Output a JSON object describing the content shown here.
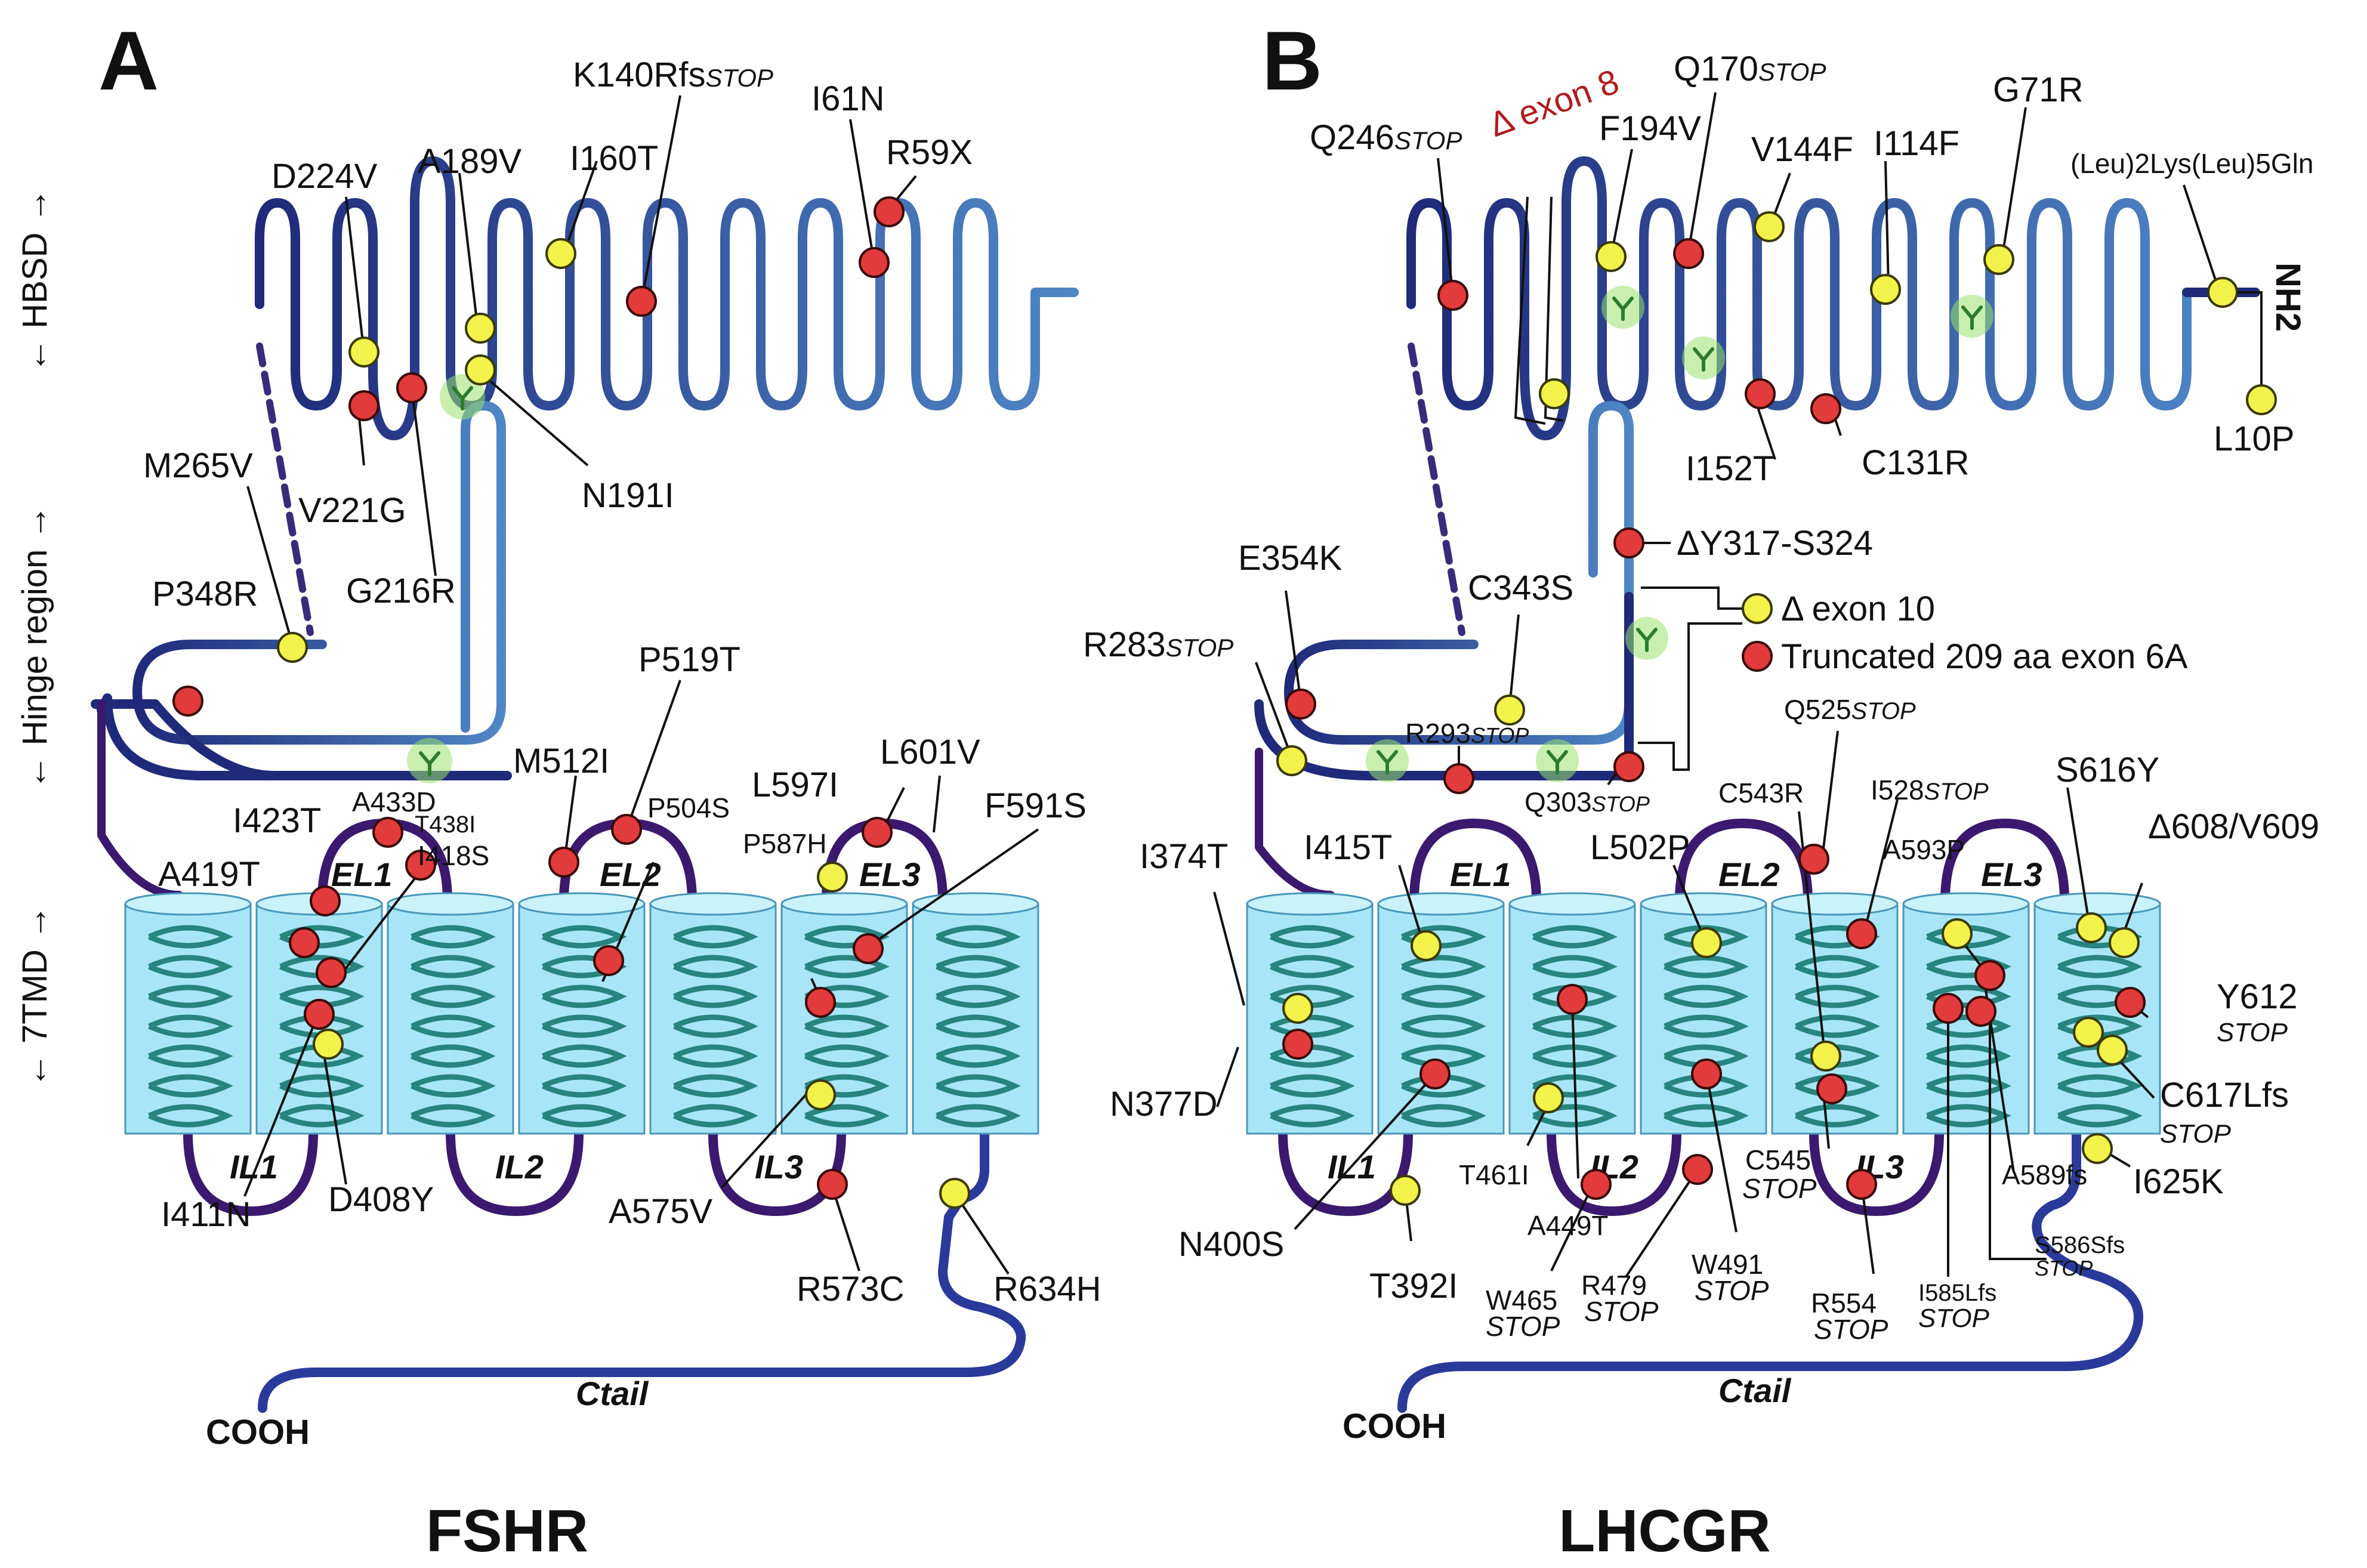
{
  "panels": {
    "a": {
      "letter": "A",
      "title": "FSHR"
    },
    "b": {
      "letter": "B",
      "title": "LHCGR"
    }
  },
  "side_labels": {
    "hbsd": "← HBSD →",
    "hinge": "← Hinge region →",
    "tmd": "← 7TMD →"
  },
  "structure_labels": {
    "el1": "EL1",
    "el2": "EL2",
    "el3": "EL3",
    "il1": "IL1",
    "il2": "IL2",
    "il3": "IL3",
    "ctail": "Ctail",
    "cooh": "COOH",
    "nh2": "NH2"
  },
  "legend": {
    "delta_exon10": "Δ exon 10",
    "truncated": "Truncated 209 aa exon 6A",
    "delta_exon8": "Δ exon 8"
  },
  "mutations": {
    "fshr": {
      "d224v": "D224V",
      "a189v": "A189V",
      "i160t": "I160T",
      "k140r_main": "K140Rfs",
      "k140r_stop": "STOP",
      "i61n": "I61N",
      "r59x": "R59X",
      "m265v": "M265V",
      "v221g": "V221G",
      "g216r": "G216R",
      "n191i": "N191I",
      "p348r": "P348R",
      "p519t": "P519T",
      "m512i": "M512I",
      "a433d": "A433D",
      "t438i": "T438I",
      "i418s": "I418S",
      "i423t": "I423T",
      "a419t": "A419T",
      "p504s": "P504S",
      "l597i": "L597I",
      "l601v": "L601V",
      "f591s": "F591S",
      "p587h": "P587H",
      "d408y": "D408Y",
      "i411n": "I411N",
      "a575v": "A575V",
      "r573c": "R573C",
      "r634h": "R634H"
    },
    "lhcgr": {
      "q246_main": "Q246",
      "q246_stop": "STOP",
      "f194v": "F194V",
      "q170_main": "Q170",
      "q170_stop": "STOP",
      "v144f": "V144F",
      "i114f": "I114F",
      "g71r": "G71R",
      "leu_ins": "(Leu)2Lys(Leu)5Gln",
      "l10p": "L10P",
      "i152t": "I152T",
      "c131r": "C131R",
      "dy317": "ΔY317-S324",
      "e354k": "E354K",
      "c343s": "C343S",
      "r283_main": "R283",
      "r283_stop": "STOP",
      "r293_main": "R293",
      "r293_stop": "STOP",
      "q303_main": "Q303",
      "q303_stop": "STOP",
      "q525_main": "Q525",
      "q525_stop": "STOP",
      "c543r": "C543R",
      "i528_main": "I528",
      "i528_stop": "STOP",
      "s616y": "S616Y",
      "d608": "Δ608/V609",
      "i374t": "I374T",
      "i415t": "I415T",
      "l502p": "L502P",
      "a593p": "A593P",
      "y612_main": "Y612",
      "y612_stop": "STOP",
      "c617_main": "C617Lfs",
      "c617_stop": "STOP",
      "i625k": "I625K",
      "n377d": "N377D",
      "t461i": "T461I",
      "c545_main": "C545",
      "c545_stop": "STOP",
      "a589fs": "A589fs",
      "n400s": "N400S",
      "a449t": "A449T",
      "w465_main": "W465",
      "w465_stop": "STOP",
      "r479_main": "R479",
      "r479_stop": "STOP",
      "w491_main": "W491",
      "w491_stop": "STOP",
      "r554_main": "R554",
      "r554_stop": "STOP",
      "i585_main": "I585Lfs",
      "i585_stop": "STOP",
      "s586_main": "S586Sfs",
      "s586_stop": "STOP",
      "t392i": "T392I"
    }
  },
  "colors": {
    "chain_dark": "#1f2a7a",
    "chain_light": "#4f86c6",
    "chain_purple": "#3a1a6e",
    "helix_cylinder": "#a8e6f7",
    "helix_coil": "#27847f",
    "inactivating_mutation": "#e23b3b",
    "activating_mutation": "#f2f24a",
    "glycosylation_glow": "#9be26b",
    "exon8_label": "#b01c1c"
  },
  "icons": {
    "glycosylation": "y-shaped-glycan-icon",
    "arrows": "double-arrow-icon"
  }
}
